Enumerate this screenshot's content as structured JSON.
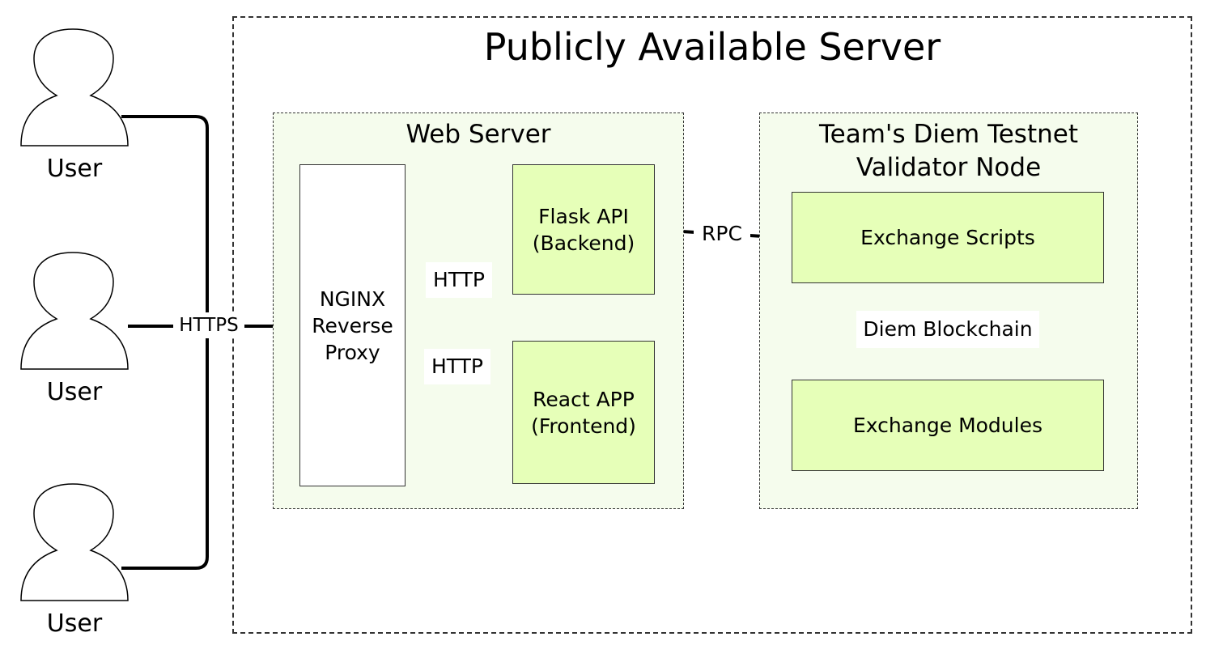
{
  "diagram": {
    "title": "Publicly Available Server",
    "users": [
      {
        "label": "User"
      },
      {
        "label": "User"
      },
      {
        "label": "User"
      }
    ],
    "web_server": {
      "title": "Web Server",
      "nginx": "NGINX\nReverse\nProxy",
      "flask": "Flask API\n(Backend)",
      "react": "React APP\n(Frontend)"
    },
    "validator": {
      "title": "Team's Diem Testnet\nValidator Node",
      "scripts": "Exchange Scripts",
      "modules": "Exchange Modules"
    },
    "edges": {
      "https": "HTTPS",
      "http_flask": "HTTP",
      "http_react": "HTTP",
      "rpc": "RPC",
      "diem_blockchain": "Diem Blockchain"
    },
    "colors": {
      "component_fill": "#e6ffb8",
      "group_fill": "#f5fced",
      "stroke": "#000000"
    }
  }
}
